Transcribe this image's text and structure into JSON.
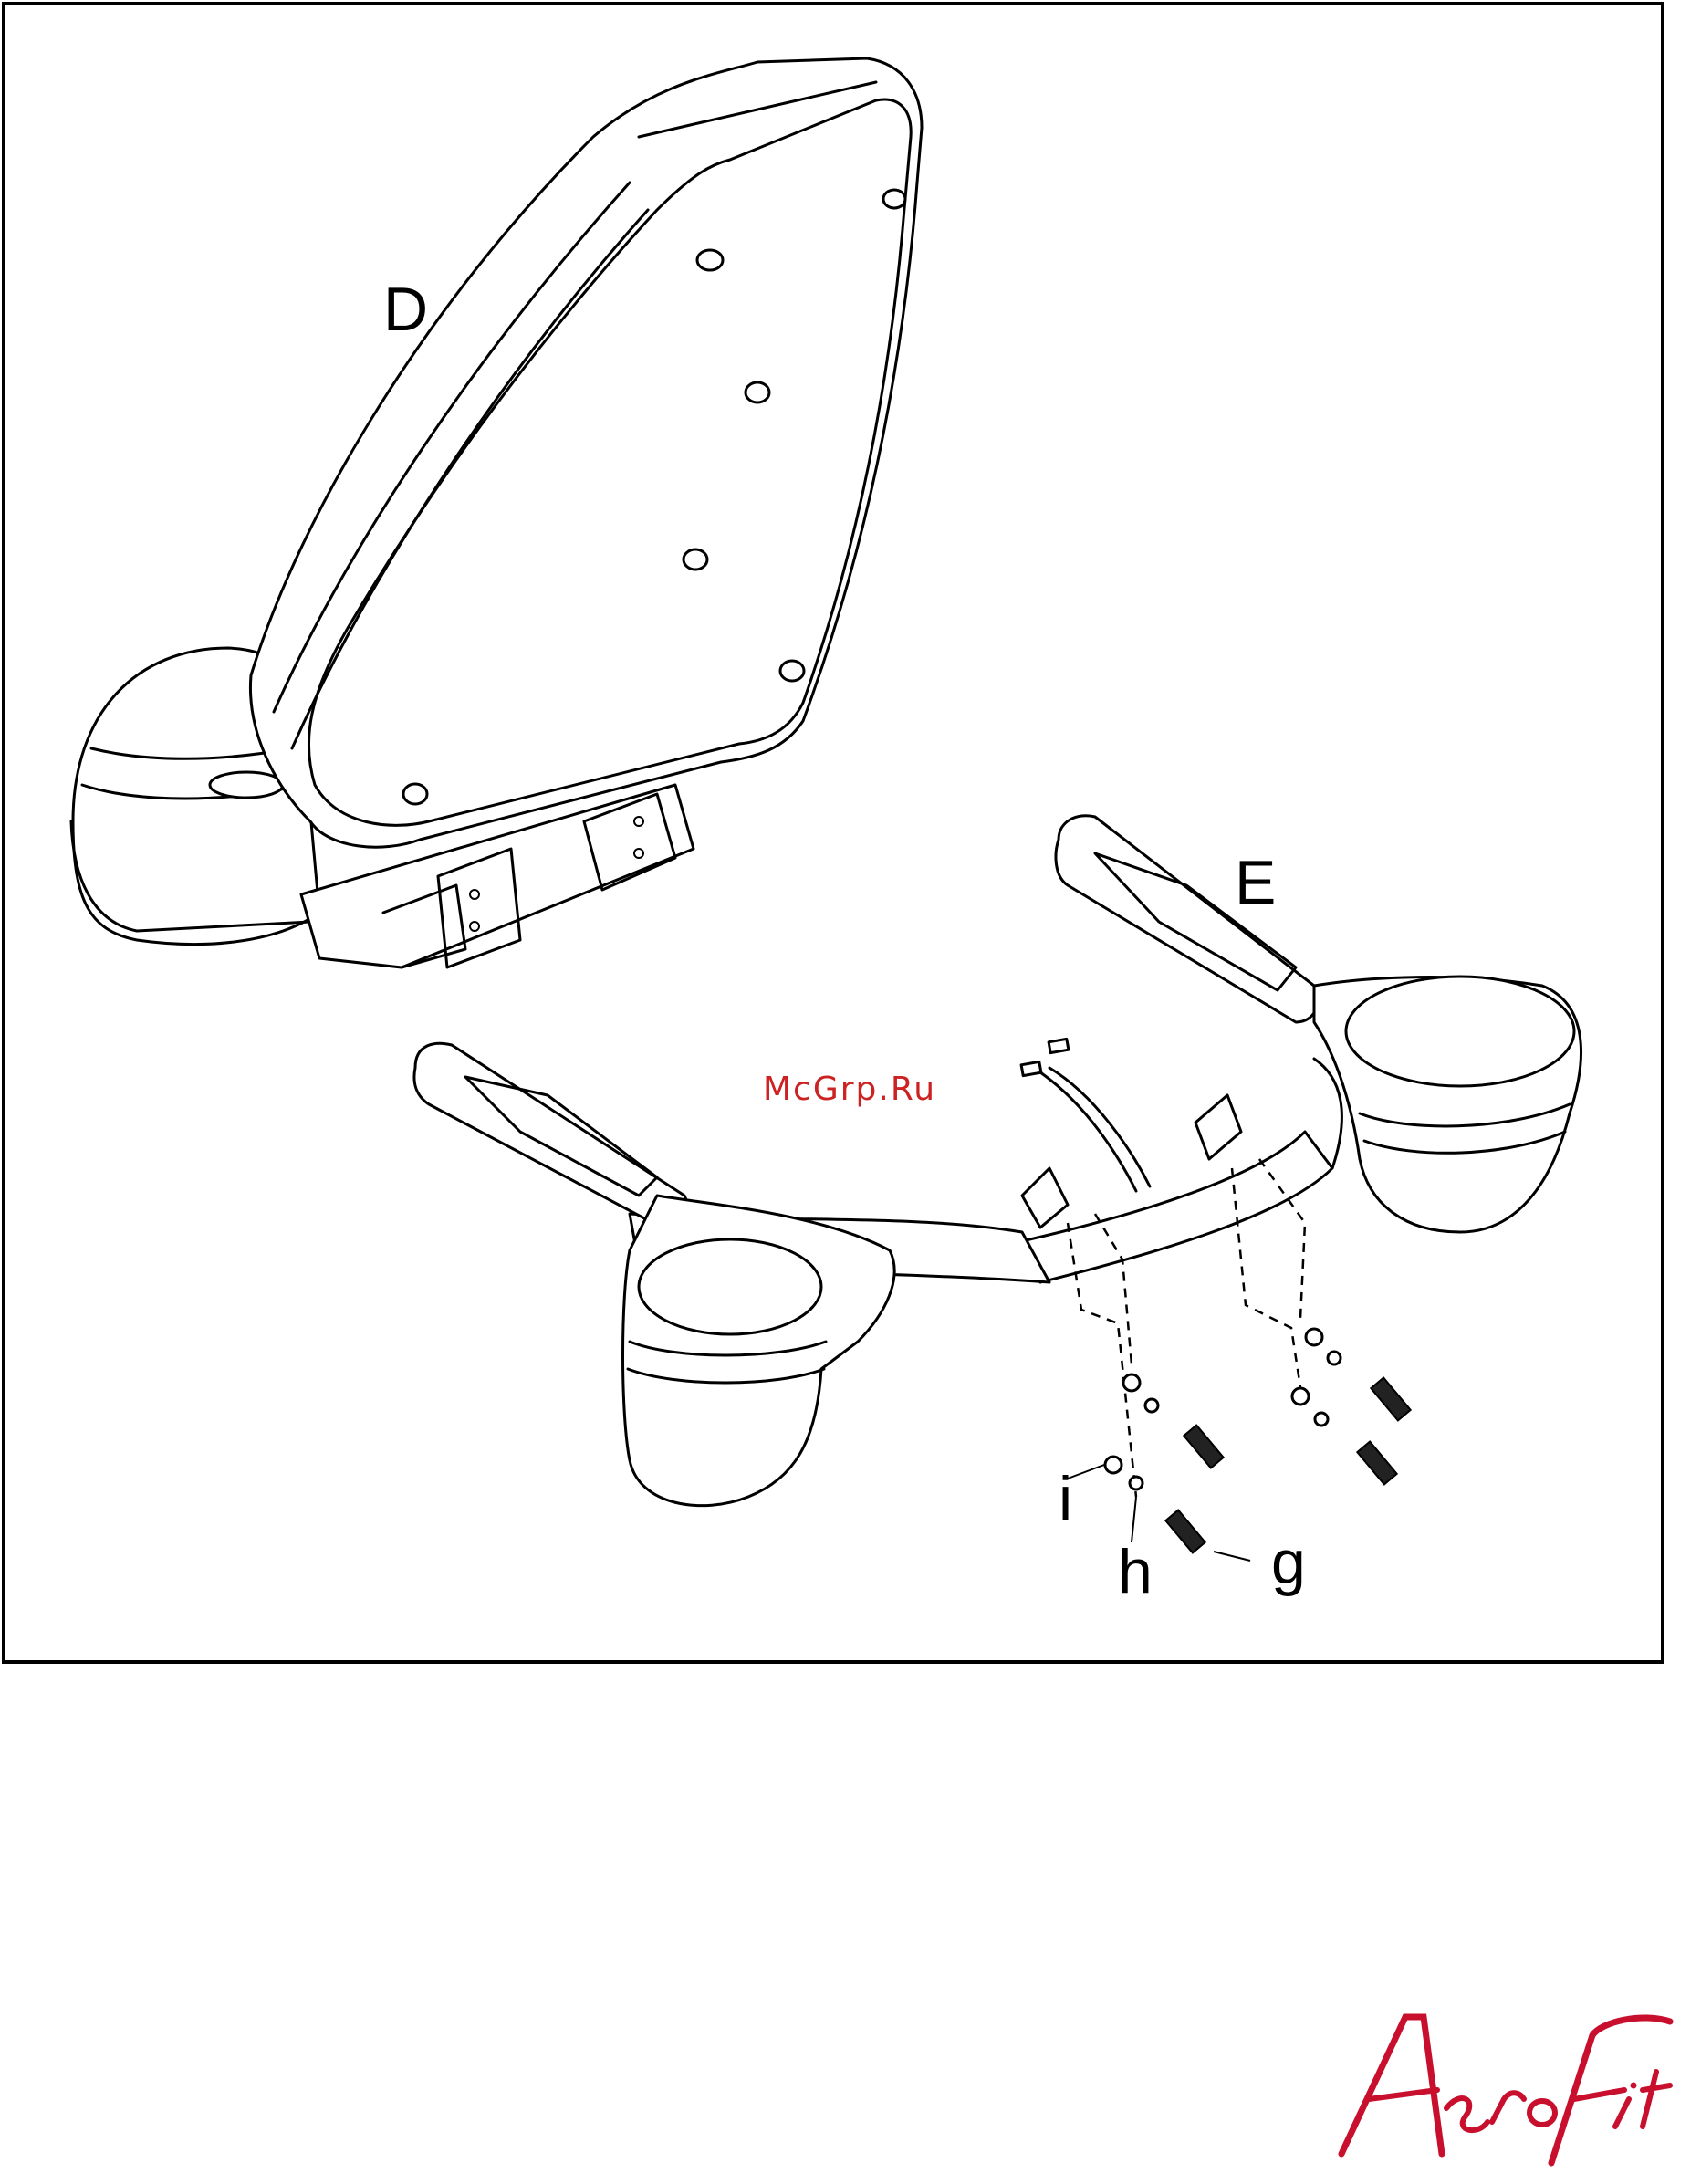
{
  "labels": {
    "part_d": "D",
    "part_e": "E",
    "hw_i": "i",
    "hw_h": "h",
    "hw_g": "g"
  },
  "watermark": {
    "text": "McGrp.Ru",
    "color": "#cc2222"
  },
  "brand": {
    "logo_text": "AeroFit",
    "color": "#c8102e"
  }
}
